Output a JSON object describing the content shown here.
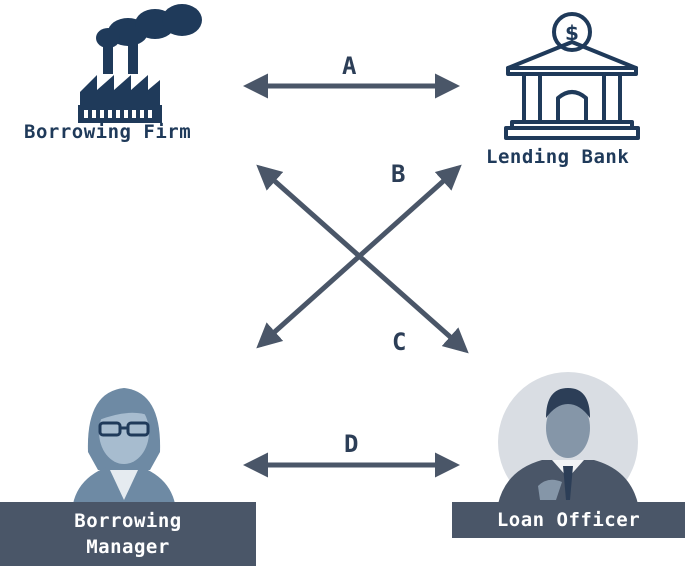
{
  "nodes": {
    "borrowing_firm": {
      "label": "Borrowing Firm",
      "icon": "factory-icon"
    },
    "lending_bank": {
      "label": "Lending Bank",
      "icon": "bank-icon"
    },
    "borrowing_manager": {
      "label_line1": "Borrowing",
      "label_line2": "Manager",
      "icon": "woman-icon"
    },
    "loan_officer": {
      "label": "Loan Officer",
      "icon": "businessman-icon"
    }
  },
  "edges": {
    "a": "A",
    "b": "B",
    "c": "C",
    "d": "D"
  },
  "colors": {
    "navy": "#1f3a5a",
    "arrow": "#4a5668",
    "person": "#5f7a92",
    "banner": "#4a5668",
    "circle_bg": "#d9dde3"
  }
}
